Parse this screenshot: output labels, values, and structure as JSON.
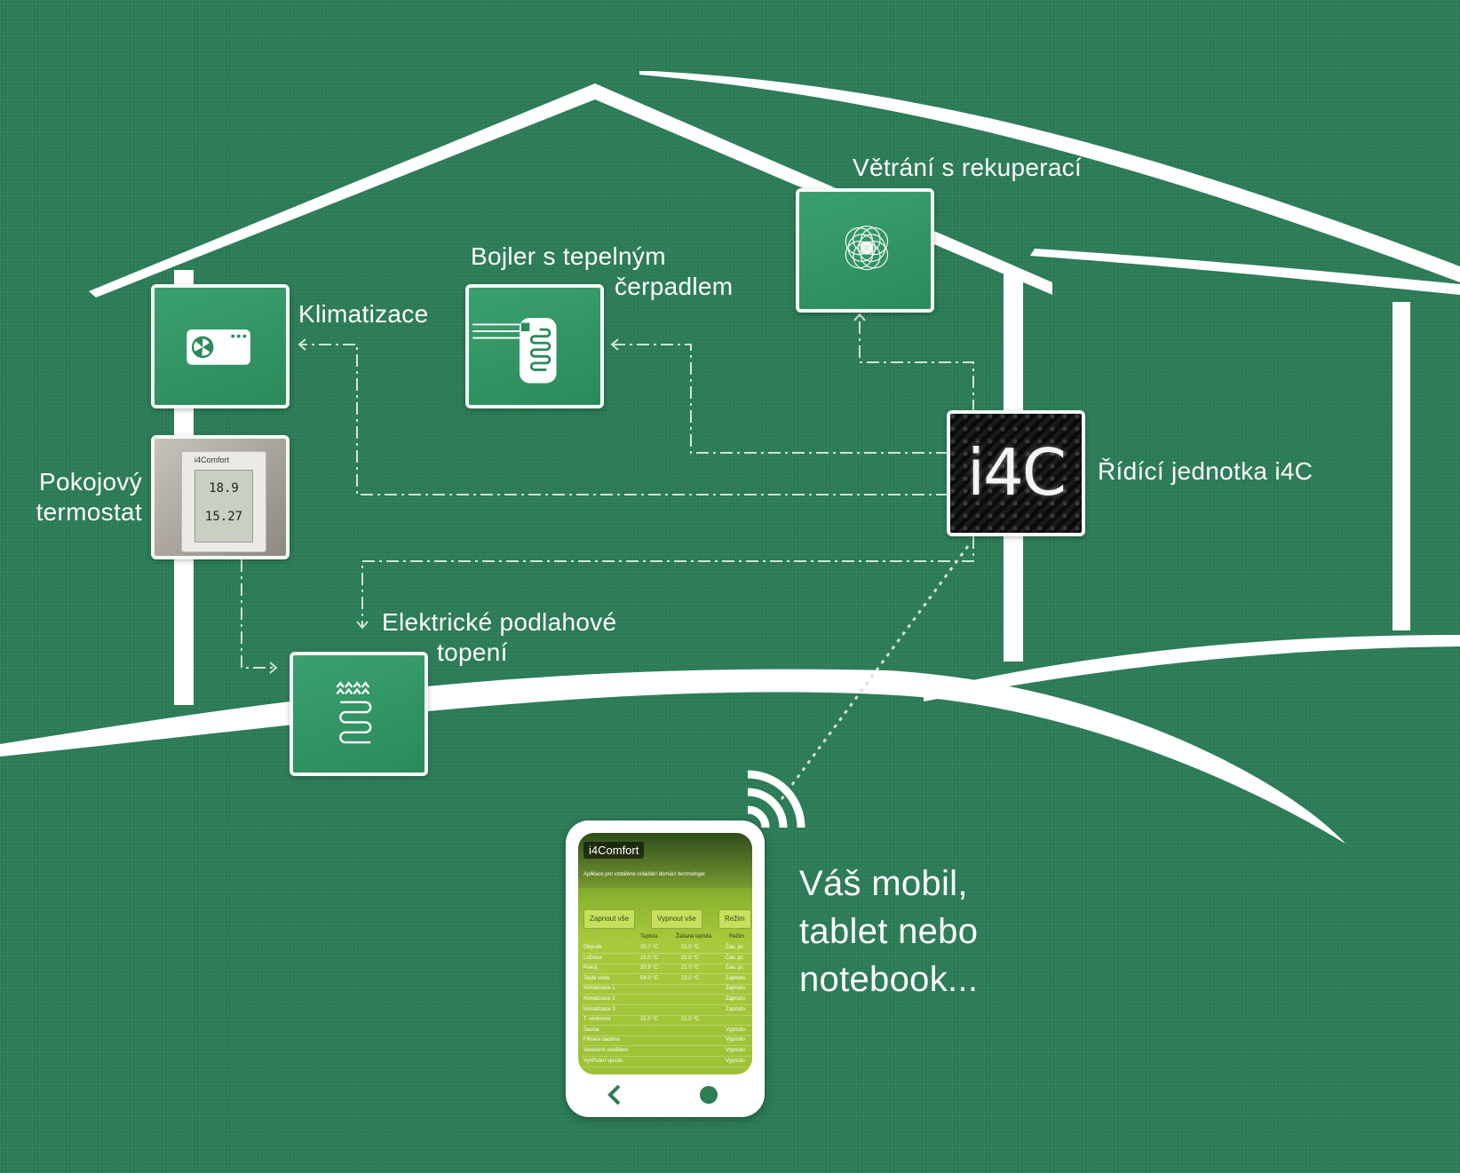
{
  "colors": {
    "background": "#2a7a55",
    "tile": "#2b8a5a",
    "line": "#ffffff",
    "dashed": "#cfe5d8"
  },
  "labels": {
    "klimatizace": "Klimatizace",
    "bojler_line1": "Bojler s tepelným",
    "bojler_line2": "čerpadlem",
    "vetrani": "Větrání s rekuperací",
    "termostat_line1": "Pokojový",
    "termostat_line2": "termostat",
    "ridici": "Řídící jednotka i4C",
    "podlahove_line1": "Elektrické podlahové",
    "podlahove_line2": "topení",
    "mobil_line1": "Váš mobil,",
    "mobil_line2": "tablet nebo",
    "mobil_line3": "notebook..."
  },
  "i4c_logo": "i4C",
  "thermostat": {
    "brand": "i4Comfort",
    "value1": "18.9",
    "value2": "15.27"
  },
  "icons": [
    "air-conditioner-icon",
    "boiler-heat-pump-icon",
    "ventilation-fan-icon",
    "floor-heating-icon",
    "wifi-signal-icon",
    "back-arrow-icon",
    "home-button-icon"
  ],
  "app": {
    "logo": "i4Comfort",
    "subtitle": "Aplikace pro vzdálené ovládání domácí technologie",
    "buttons": [
      "Zapnout vše",
      "Vypnout vše",
      "Režim"
    ],
    "columns": [
      "Teplota",
      "Žádaná teplota",
      "Režim"
    ],
    "rows": [
      {
        "name": "Obývák",
        "temp": "20.7 °C",
        "target": "21.0 °C",
        "mode": "Čas. pr."
      },
      {
        "name": "Ložnice",
        "temp": "22.0 °C",
        "target": "21.0 °C",
        "mode": "Čas. pr."
      },
      {
        "name": "Pokoj",
        "temp": "20.9 °C",
        "target": "21.0 °C",
        "mode": "Čas. pr."
      },
      {
        "name": "Teplá voda",
        "temp": "54.0 °C",
        "target": "22.0 °C",
        "mode": "Zapnuto"
      },
      {
        "name": "Klimatizace 1",
        "temp": "",
        "target": "",
        "mode": "Zapnuto"
      },
      {
        "name": "Klimatizace 2",
        "temp": "",
        "target": "",
        "mode": "Zapnuto"
      },
      {
        "name": "Klimatizace 3",
        "temp": "",
        "target": "",
        "mode": "Zapnuto"
      },
      {
        "name": "T. venkovní",
        "temp": "22.0 °C",
        "target": "21.0 °C",
        "mode": ""
      },
      {
        "name": "Sauna",
        "temp": "",
        "target": "",
        "mode": "Vypnuto"
      },
      {
        "name": "Filtrace bazénu",
        "temp": "",
        "target": "",
        "mode": "Vypnuto"
      },
      {
        "name": "Venkovní osvětlení",
        "temp": "",
        "target": "",
        "mode": "Vypnuto"
      },
      {
        "name": "Vyhřívání vjezdu",
        "temp": "",
        "target": "",
        "mode": "Vypnuto"
      }
    ]
  }
}
